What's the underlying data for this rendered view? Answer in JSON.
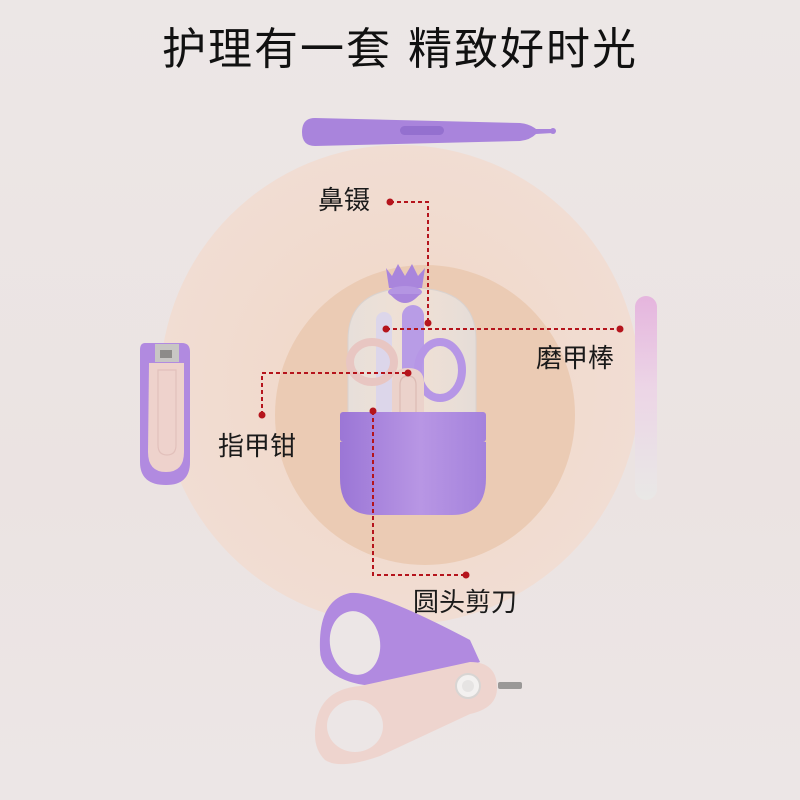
{
  "headline": "护理有一套 精致好时光",
  "labels": {
    "nose_tweezers": "鼻镊",
    "nail_file": "磨甲棒",
    "nail_clipper": "指甲钳",
    "round_scissors": "圆头剪刀"
  },
  "products": [
    {
      "name": "nose-tweezers",
      "color": "#a983dc"
    },
    {
      "name": "nail-file",
      "color": "#e6b4dc"
    },
    {
      "name": "nail-clipper",
      "color": "#b28ae0"
    },
    {
      "name": "round-head-scissors",
      "color": "#b08be0"
    },
    {
      "name": "storage-case",
      "color": "#ac88dc"
    }
  ],
  "colors": {
    "background": "#ebe5e5",
    "outer_circle": "#f0dcd0",
    "inner_circle": "#ebc9b2",
    "leader_line": "#b5141c",
    "purple": "#ac88dc",
    "pink": "#ecd0cb"
  }
}
